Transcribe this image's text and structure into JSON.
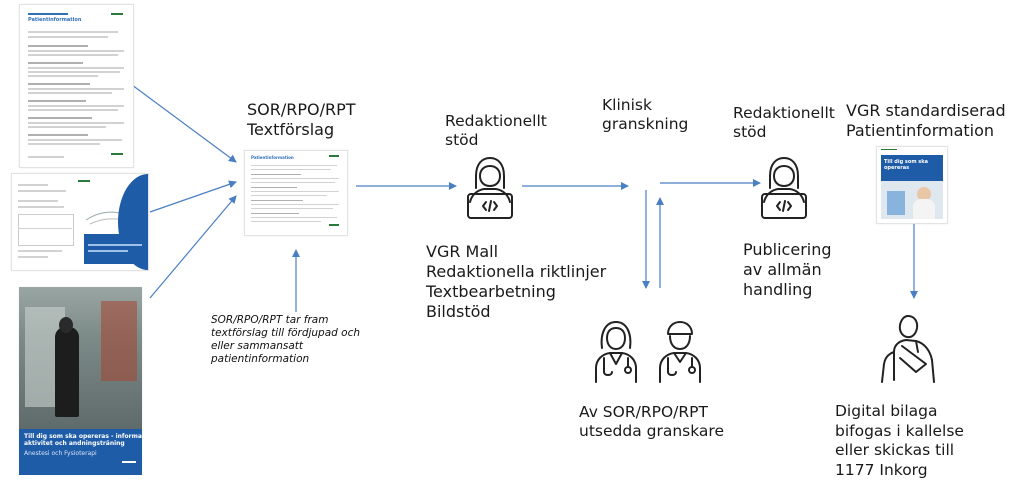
{
  "labels": {
    "sor_title": "SOR/RPO/RPT\nTextförslag",
    "red_stod_1": "Redaktionellt\nstöd",
    "klinisk": "Klinisk\ngranskning",
    "red_stod_2": "Redaktionellt\nstöd",
    "vgr_title": "VGR standardiserad\nPatientinformation",
    "vgr_mall": "VGR Mall\nRedaktionella riktlinjer\nTextbearbetning\nBildstöd",
    "publicering": "Publicering\nav allmän\nhandling",
    "granskare": "Av SOR/RPO/RPT\nutsedda granskare",
    "digital": "Digital bilaga\nbifogas i kallelse\neller skickas till\n1177 Inkorg",
    "note": "SOR/RPO/RPT tar fram\ntextförslag till fördjupad och\neller sammansatt\npatientinformation"
  },
  "documents": {
    "doc1_title": "Patientinformation",
    "doc3_cover": "Till dig som ska opereras - information om\naktivitet och andningsträning",
    "doc3_sub": "Anestesi och Fysioterapi",
    "doc4_title": "Patientinformation",
    "vgr_cover": "Till dig som ska\nopereras"
  },
  "colors": {
    "arrow": "#4a7fc4",
    "icon": "#222222",
    "cover_blue": "#1f5ca8"
  },
  "icons": [
    "developer-icon",
    "female-doctor-icon",
    "male-doctor-icon",
    "patient-icon"
  ]
}
